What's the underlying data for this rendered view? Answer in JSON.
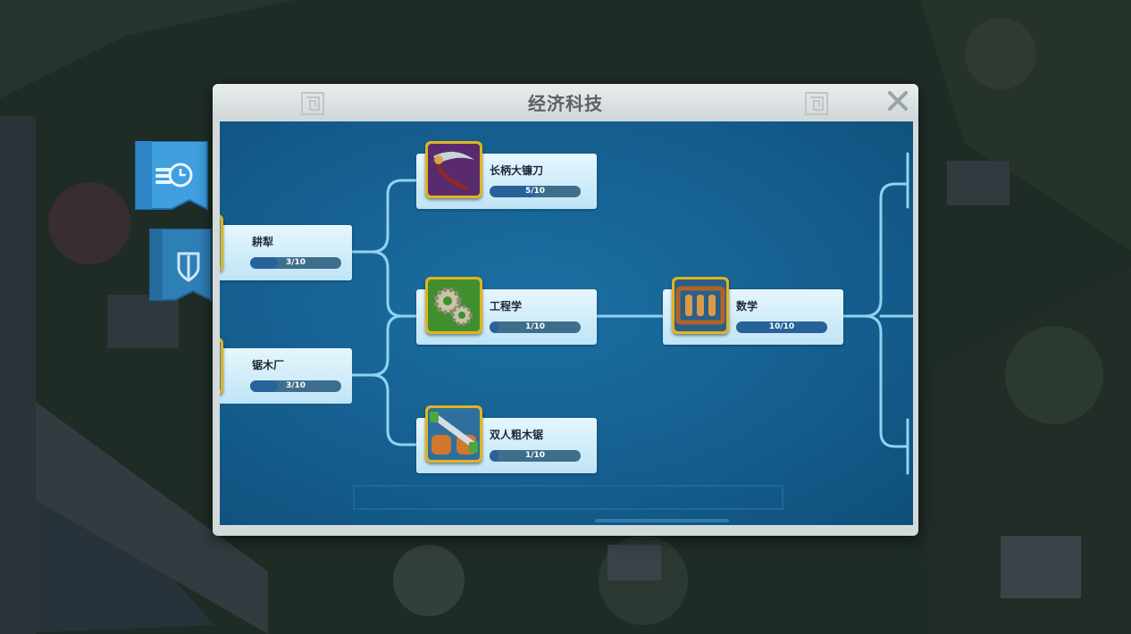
{
  "panel": {
    "title": "经济科技",
    "close_label": "✕"
  },
  "side_tabs": [
    {
      "name": "economy",
      "icon": "coin-stack-clock-icon",
      "active": true
    },
    {
      "name": "military",
      "icon": "shield-icon",
      "active": false
    }
  ],
  "techs": [
    {
      "id": "plow",
      "name": "耕犁",
      "progress": "3/10",
      "level": 3,
      "max": 10,
      "icon": "plow-icon"
    },
    {
      "id": "sawmill",
      "name": "锯木厂",
      "progress": "3/10",
      "level": 3,
      "max": 10,
      "icon": "wood-log-icon"
    },
    {
      "id": "scythe",
      "name": "长柄大镰刀",
      "progress": "5/10",
      "level": 5,
      "max": 10,
      "icon": "scythe-icon"
    },
    {
      "id": "engineering",
      "name": "工程学",
      "progress": "1/10",
      "level": 1,
      "max": 10,
      "icon": "gears-icon"
    },
    {
      "id": "two_man_saw",
      "name": "双人粗木锯",
      "progress": "1/10",
      "level": 1,
      "max": 10,
      "icon": "saw-icon"
    },
    {
      "id": "math",
      "name": "数学",
      "progress": "10/10",
      "level": 10,
      "max": 10,
      "icon": "abacus-icon"
    }
  ],
  "colors": {
    "tree_bg": "#155f8f",
    "connector": "#8fd3f2",
    "card_bg": "#d6effa",
    "icon_frame": "#e0b420",
    "bar_bg": "#3d6f8c",
    "bar_fill": "#28629a"
  }
}
